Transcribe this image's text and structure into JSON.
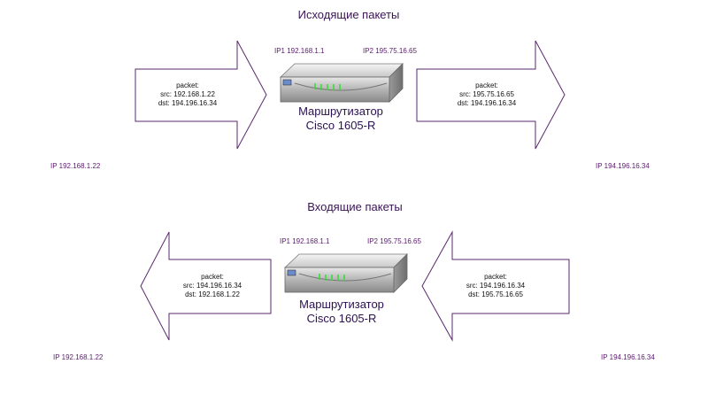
{
  "colors": {
    "title": "#3a1458",
    "ip_label": "#5a1a6e",
    "arrow_stroke": "#5a2a6e",
    "led": "#33dd33"
  },
  "outgoing": {
    "title": "Исходящие пакеты",
    "ip1": "IP1 192.168.1.1",
    "ip2": "IP2 195.75.16.65",
    "router_line1": "Маршрутизатор",
    "router_line2": "Cisco 1605-R",
    "left_packet": {
      "line1": "packet:",
      "line2": "src: 192.168.1.22",
      "line3": "dst: 194.196.16.34"
    },
    "right_packet": {
      "line1": "packet:",
      "line2": "src: 195.75.16.65",
      "line3": "dst: 194.196.16.34"
    },
    "left_host": "IP 192.168.1.22",
    "right_host": "IP 194.196.16.34"
  },
  "incoming": {
    "title": "Входящие пакеты",
    "ip1": "IP1 192.168.1.1",
    "ip2": "IP2 195.75.16.65",
    "router_line1": "Маршрутизатор",
    "router_line2": "Cisco 1605-R",
    "left_packet": {
      "line1": "packet:",
      "line2": "src: 194.196.16.34",
      "line3": "dst: 192.168.1.22"
    },
    "right_packet": {
      "line1": "packet:",
      "line2": "src: 194.196.16.34",
      "line3": "dst: 195.75.16.65"
    },
    "left_host": "IP 192.168.1.22",
    "right_host": "IP 194.196.16.34"
  }
}
